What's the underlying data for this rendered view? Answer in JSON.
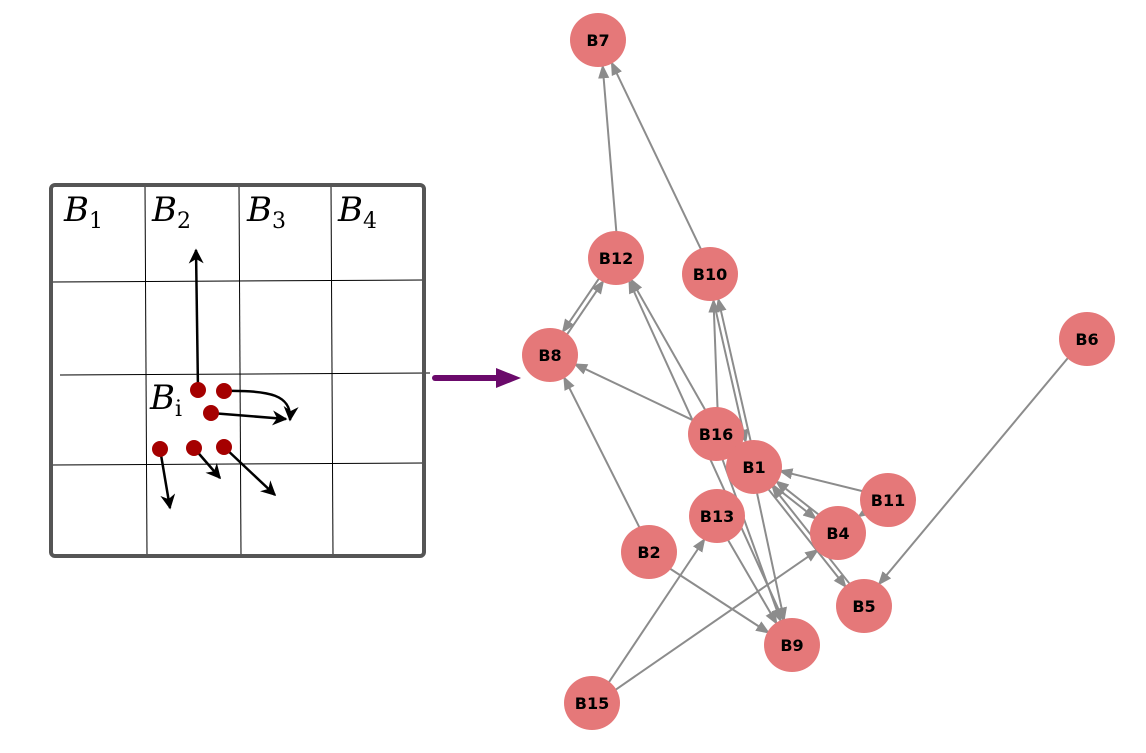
{
  "grid": {
    "cell_labels": [
      {
        "base": "B",
        "sub": "1"
      },
      {
        "base": "B",
        "sub": "2"
      },
      {
        "base": "B",
        "sub": "3"
      },
      {
        "base": "B",
        "sub": "4"
      }
    ],
    "active_cell_label": {
      "base": "B",
      "sub": "i"
    }
  },
  "graph": {
    "node_color": "#e57879",
    "edge_color": "#8c8c8c",
    "arrow_color": "#6b0a6b",
    "particle_color": "#a50000",
    "nodes": [
      "B7",
      "B12",
      "B10",
      "B8",
      "B6",
      "B16",
      "B1",
      "B11",
      "B13",
      "B4",
      "B2",
      "B5",
      "B9",
      "B15"
    ],
    "edges": [
      [
        "B12",
        "B7"
      ],
      [
        "B10",
        "B7"
      ],
      [
        "B12",
        "B8"
      ],
      [
        "B8",
        "B12"
      ],
      [
        "B16",
        "B8"
      ],
      [
        "B2",
        "B8"
      ],
      [
        "B16",
        "B12"
      ],
      [
        "B9",
        "B12"
      ],
      [
        "B16",
        "B10"
      ],
      [
        "B1",
        "B10"
      ],
      [
        "B10",
        "B1"
      ],
      [
        "B6",
        "B5"
      ],
      [
        "B11",
        "B1"
      ],
      [
        "B11",
        "B4"
      ],
      [
        "B1",
        "B4"
      ],
      [
        "B4",
        "B1"
      ],
      [
        "B1",
        "B5"
      ],
      [
        "B5",
        "B1"
      ],
      [
        "B1",
        "B9"
      ],
      [
        "B16",
        "B9"
      ],
      [
        "B13",
        "B9"
      ],
      [
        "B2",
        "B9"
      ],
      [
        "B15",
        "B13"
      ],
      [
        "B15",
        "B4"
      ]
    ]
  }
}
